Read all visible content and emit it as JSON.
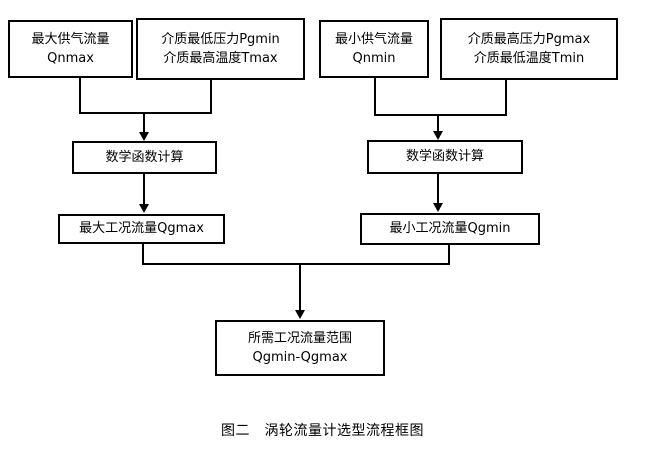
{
  "diagram": {
    "title_caption": "图二　涡轮流量计选型流程框图",
    "nodes": {
      "max_supply_flow": {
        "line1": "最大供气流量",
        "line2": "Qnmax"
      },
      "medium_min_pressure_max_temp": {
        "line1": "介质最低压力Pgmin",
        "line2": "介质最高温度Tmax"
      },
      "min_supply_flow": {
        "line1": "最小供气流量",
        "line2": "Qnmin"
      },
      "medium_max_pressure_min_temp": {
        "line1": "介质最高压力Pgmax",
        "line2": "介质最低温度Tmin"
      },
      "math_function_left": {
        "line1": "数学函数计算"
      },
      "math_function_right": {
        "line1": "数学函数计算"
      },
      "max_working_flow": {
        "line1": "最大工况流量Qgmax"
      },
      "min_working_flow": {
        "line1": "最小工况流量Qgmin"
      },
      "required_flow_range": {
        "line1": "所需工况流量范围",
        "line2": "Qgmin-Qgmax"
      }
    },
    "colors": {
      "stroke": "#000000",
      "background": "#ffffff",
      "text": "#000000"
    }
  }
}
